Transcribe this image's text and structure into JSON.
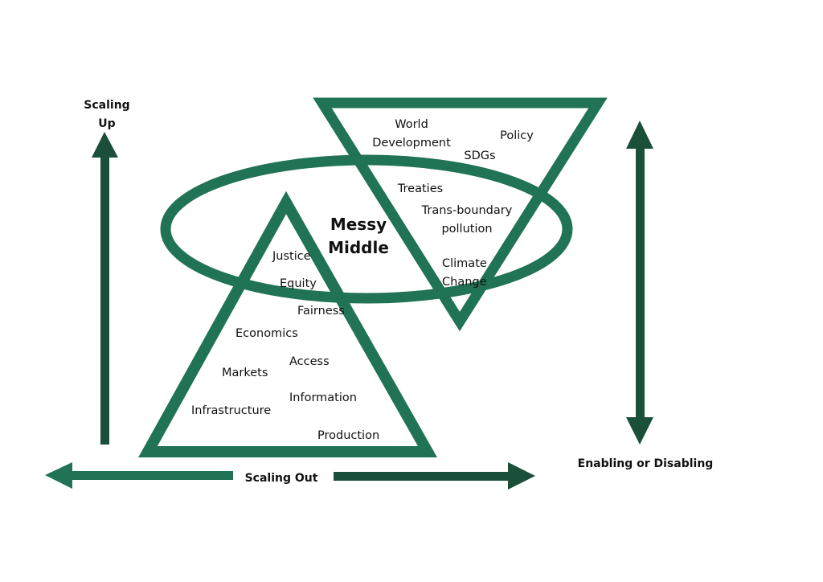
{
  "colors": {
    "primary_green": "#217355",
    "dark_green": "#1a4f3a",
    "text": "#111111",
    "background": "#ffffff"
  },
  "axes": {
    "scaling_up": {
      "line1": "Scaling",
      "line2": "Up"
    },
    "scaling_out": "Scaling Out",
    "enabling_disabling": "Enabling or Disabling"
  },
  "center": {
    "line1": "Messy",
    "line2": "Middle"
  },
  "top_triangle": {
    "items": {
      "world_development": {
        "line1": "World",
        "line2": "Development"
      },
      "policy": "Policy",
      "sdgs": "SDGs",
      "treaties": "Treaties",
      "transboundary": {
        "line1": "Trans-boundary",
        "line2": "pollution"
      },
      "climate_change": {
        "line1": "Climate",
        "line2": "Change"
      }
    }
  },
  "bottom_triangle": {
    "items": {
      "justice": "Justice",
      "equity": "Equity",
      "fairness": "Fairness",
      "economics": "Economics",
      "access": "Access",
      "markets": "Markets",
      "information": "Information",
      "infrastructure": "Infrastructure",
      "production": "Production"
    }
  }
}
